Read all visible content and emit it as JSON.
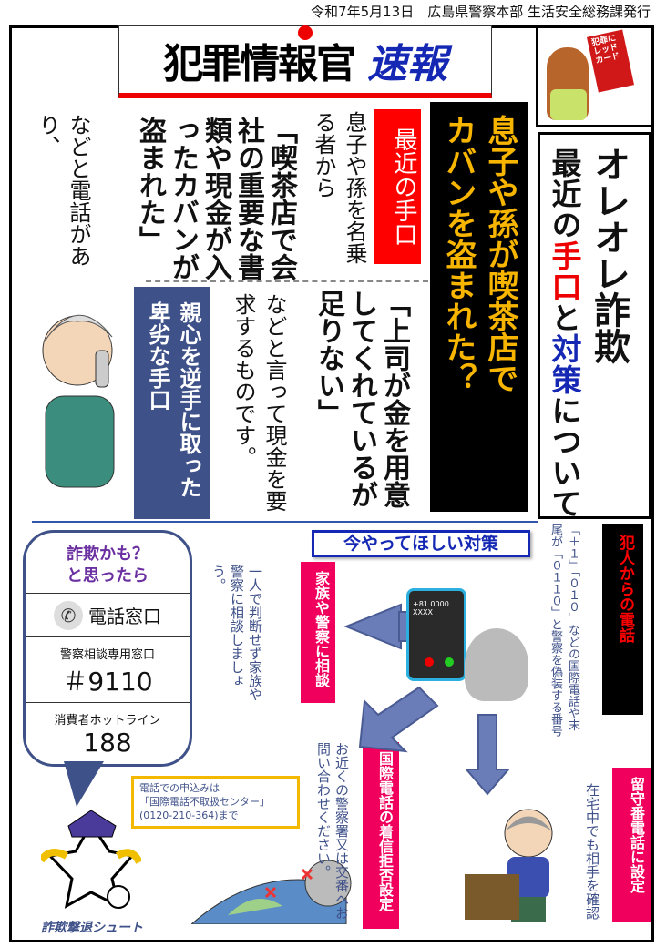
{
  "header": {
    "issued": "令和7年5月13日　広島県警察本部 生活安全総務課発行"
  },
  "title": {
    "main": "犯罪情報官",
    "sub": "速報"
  },
  "mascot_card": "犯罪にレッドカード",
  "right_column": {
    "line1": "オレオレ詐欺",
    "line2_a": "最近の",
    "line2_b": "手口",
    "line2_c": "と",
    "line2_d": "対策",
    "line2_e": "について"
  },
  "headline": {
    "col1": "息子や孫が喫茶店で",
    "col2": "カバンを盗まれた？"
  },
  "recent": {
    "tag": "最近の手口",
    "text1": "息子や孫を名乗る者から",
    "quote1": "「喫茶店で会社の重要な書類や現金が入ったカバンが盗まれた」",
    "text2": "などと電話があり、"
  },
  "nasty": {
    "tag": "親心を逆手に取った卑劣な手口",
    "quote2": "「上司が金を用意してくれているが足りない」",
    "text3": "などと言って現金を要求するものです。"
  },
  "measures": {
    "title": "今やってほしい対策",
    "consult": {
      "tag": "家族や警察に相談",
      "text": "一人で判断せず家族や警察に相談しましょう。"
    },
    "caller": {
      "tag": "犯人からの電話",
      "text": "「＋１」「０１０」などの国際電話や末尾が「０１１０」と警察を偽装する番号"
    },
    "block": {
      "tag": "国際電話の着信拒否設定",
      "text": "お近くの警察署又は交番へお問い合わせください。"
    },
    "answering": {
      "tag": "留守番電話に設定",
      "text": "在宅中でも相手を確認"
    },
    "phone_screen": "+81 0000 XXXX",
    "note": {
      "line1": "電話での申込みは",
      "line2": "「国際電話不取扱センター」",
      "line3": "(0120-210-364)まで"
    }
  },
  "contact": {
    "question": "詐欺かも？",
    "question2": "と思ったら",
    "phone_label": "電話窓口",
    "police_label": "警察相談専用窓口",
    "police_number": "＃9110",
    "consumer_label": "消費者ホットライン",
    "consumer_number": "188",
    "mascot_caption": "詐欺撃退シュート"
  },
  "colors": {
    "accent_red": "#ff0000",
    "accent_navy": "#3f5189",
    "accent_pink": "#f0005c",
    "headline_yellow": "#f7b500",
    "title_blue": "#1428b4"
  }
}
